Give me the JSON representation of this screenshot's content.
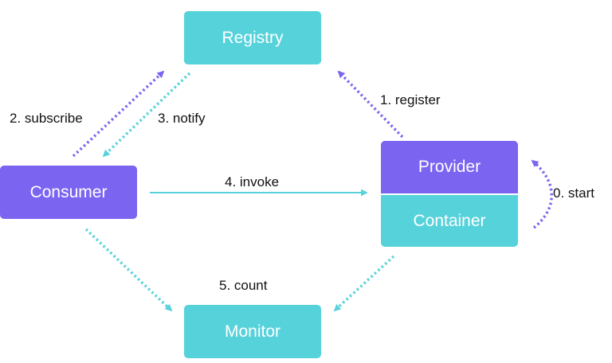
{
  "nodes": {
    "registry": "Registry",
    "consumer": "Consumer",
    "provider": "Provider",
    "container": "Container",
    "monitor": "Monitor"
  },
  "edges": {
    "start": "0. start",
    "register": "1. register",
    "subscribe": "2. subscribe",
    "notify": "3. notify",
    "invoke": "4. invoke",
    "count": "5. count"
  },
  "colors": {
    "teal": "#56D2DB",
    "purple": "#7B64F0"
  }
}
